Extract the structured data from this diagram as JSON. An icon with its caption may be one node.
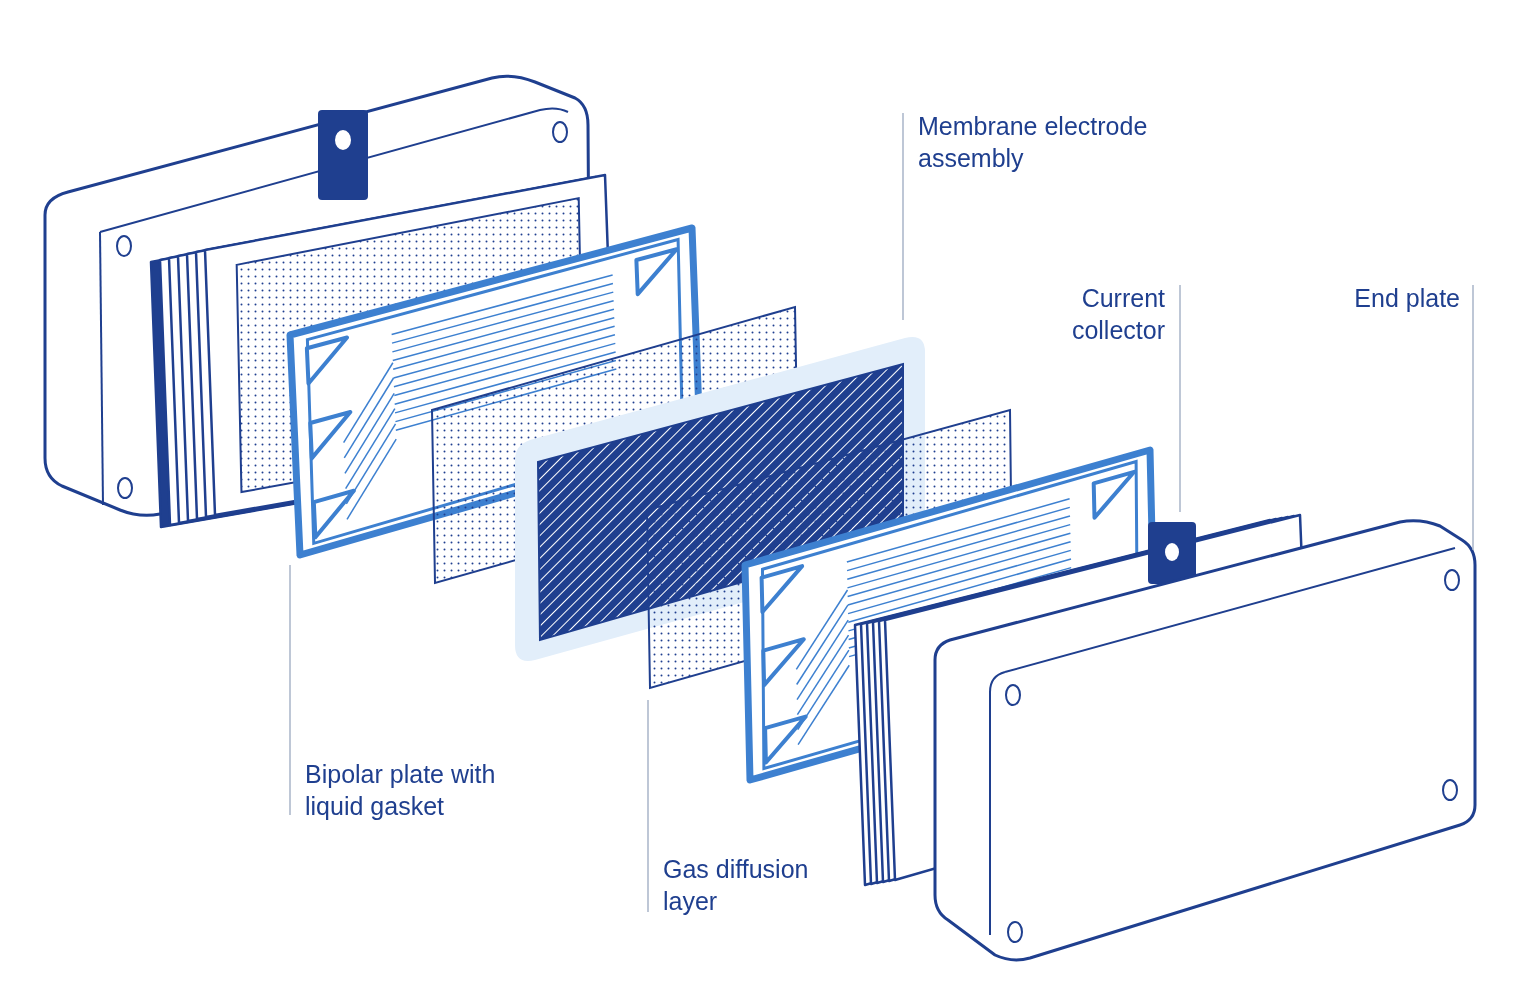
{
  "diagram": {
    "nodes": [
      {
        "text": [
          "Membrane electrode assembly"
        ]
      },
      {
        "text": [
          "Current collector"
        ]
      },
      {
        "text": [
          "End plate"
        ]
      },
      {
        "text": [
          "Bipolar plate with liquid gasket"
        ]
      },
      {
        "text": [
          "Gas diffusion layer"
        ]
      }
    ],
    "edges": [
      {
        "from": 0,
        "to": null,
        "arrow": "none"
      },
      {
        "from": 1,
        "to": null,
        "arrow": "none"
      },
      {
        "from": 2,
        "to": null,
        "arrow": "none"
      },
      {
        "from": 3,
        "to": null,
        "arrow": "none"
      },
      {
        "from": 4,
        "to": null,
        "arrow": "none"
      }
    ]
  }
}
